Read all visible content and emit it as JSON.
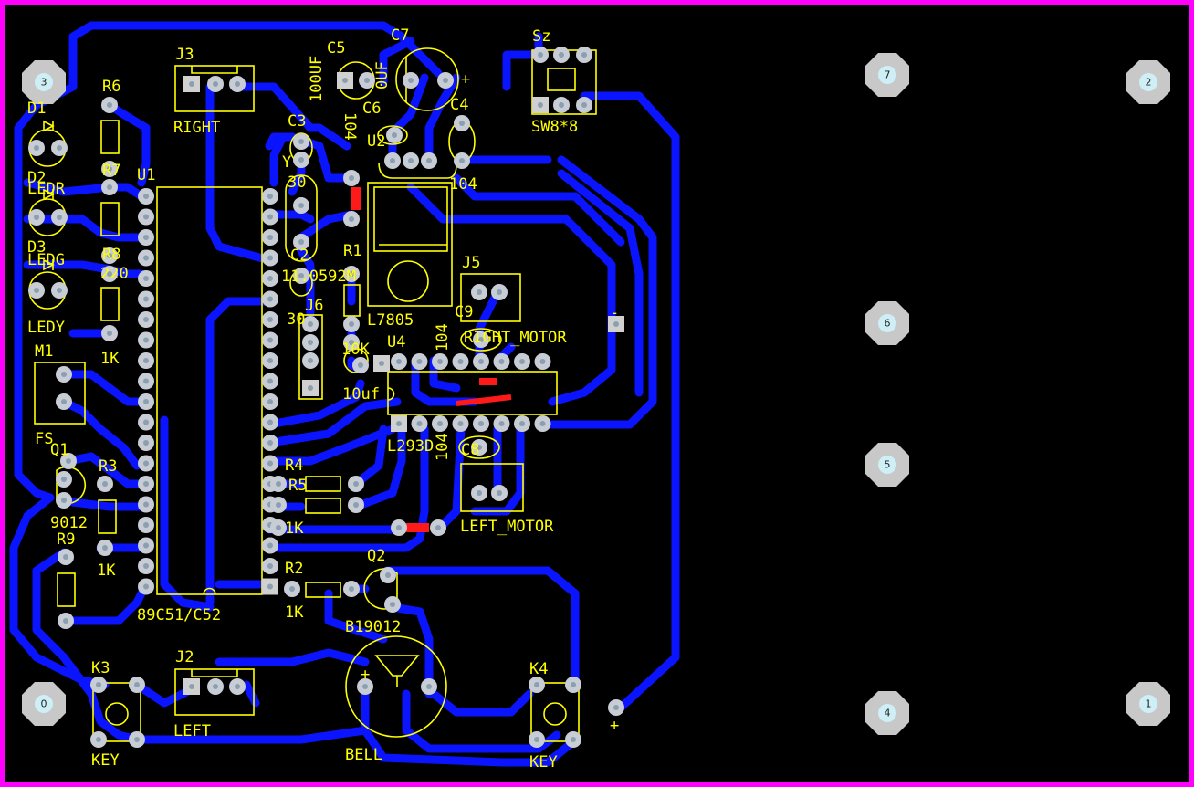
{
  "colors": {
    "board_edge": "#ff00ff",
    "background": "#000000",
    "copper_trace": "#0a14ff",
    "jumper": "#ff1a1a",
    "silkscreen": "#ffff00",
    "pad": "#c8ccd4"
  },
  "mounting_holes": [
    {
      "label": "3"
    },
    {
      "label": "7"
    },
    {
      "label": "2"
    },
    {
      "label": "6"
    },
    {
      "label": "5"
    },
    {
      "label": "0"
    },
    {
      "label": "4"
    },
    {
      "label": "1"
    }
  ],
  "labels": {
    "d1": "D1",
    "d2": "D2",
    "d3": "D3",
    "ledr": "LEDR",
    "ledg": "LEDG",
    "ledy": "LEDY",
    "r6": "R6",
    "r7": "R7",
    "r8": "R8",
    "r8_val": "220",
    "r8_1k": "1K",
    "u1": "U1",
    "u1_part": "89C51/C52",
    "j3": "J3",
    "right": "RIGHT",
    "c5": "C5",
    "c5_val": "100UF",
    "c5_val2": "104",
    "c7": "C7",
    "c7_plus": "+",
    "c7_val": "0UF",
    "c6": "C6",
    "c4": "C4",
    "c4_val": "104",
    "sz": "Sz",
    "sw": "SW8*8",
    "c3": "C3",
    "c3_val": "30",
    "y": "Y",
    "u2": "U2",
    "c2": "C2",
    "c2_val": "30",
    "r1": "R1",
    "r1_val": "10K",
    "x_val": "11.0592M",
    "j6": "J6",
    "l7805": "L7805",
    "j5": "J5",
    "c9": "C9",
    "c9_val": "104",
    "right_motor": "RIGHT_MOTOR",
    "minus": "-",
    "c1_val": "10uf",
    "u4": "U4",
    "l293": "L293D",
    "c8_val": "104",
    "c8": "C8",
    "left_motor": "LEFT_MOTOR",
    "m1": "M1",
    "fs": "FS",
    "q1": "Q1",
    "q1_val": "9012",
    "r3": "R3",
    "r3_val": "1K",
    "r9": "R9",
    "r4": "R4",
    "r5": "R5",
    "r4_val": "1K",
    "r2": "R2",
    "r2_val": "1K",
    "q2": "Q2",
    "q2_val": "B19012",
    "k3": "K3",
    "key1": "KEY",
    "j2": "J2",
    "left": "LEFT",
    "bell": "BELL",
    "bell_plus": "+",
    "k4": "K4",
    "key2": "KEY",
    "pwr_plus": "+"
  }
}
